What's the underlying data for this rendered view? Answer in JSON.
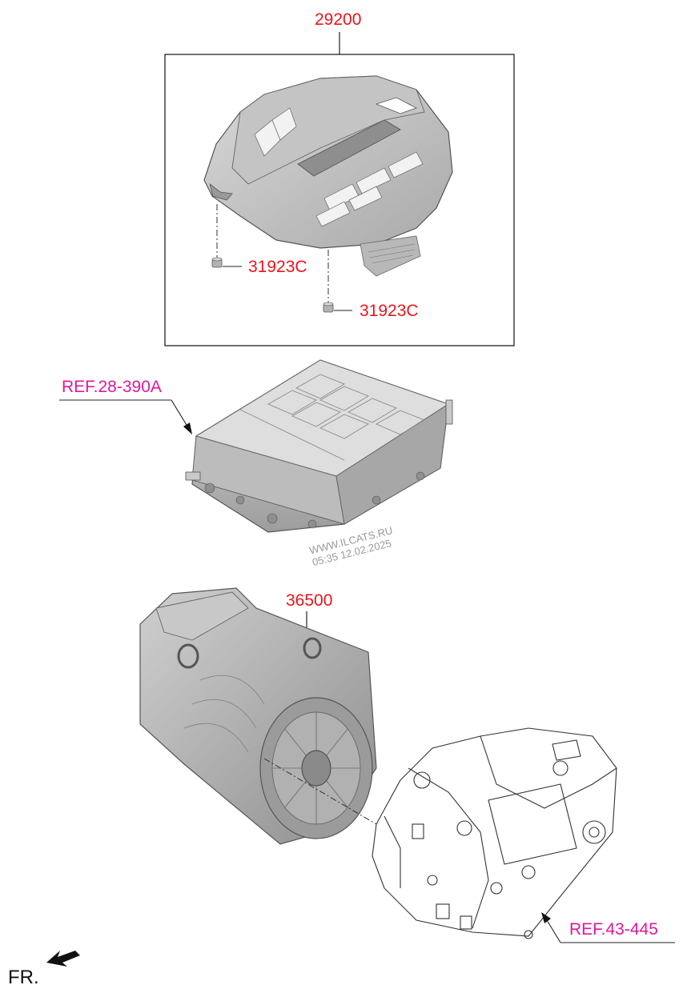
{
  "parts": {
    "engine_cover": "29200",
    "bolt_left": "31923C",
    "bolt_right": "31923C",
    "motor": "36500"
  },
  "references": {
    "inverter": "REF.28-390A",
    "transmission": "REF.43-445"
  },
  "watermark": {
    "line1": "WWW.ILCATS.RU",
    "line2": "05:35 12.02.2025"
  },
  "direction": {
    "label": "FR."
  },
  "colors": {
    "part_number": "#e8141c",
    "reference": "#e0189c"
  }
}
